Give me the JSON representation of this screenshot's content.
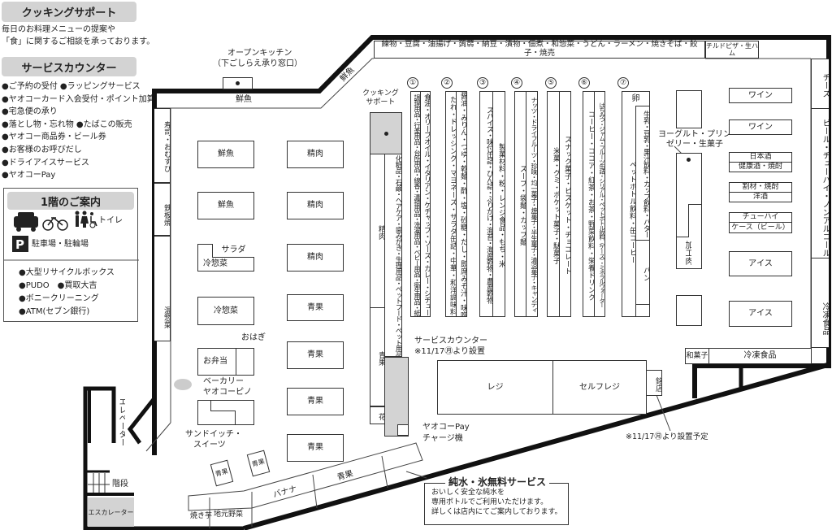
{
  "panel": {
    "cooking_title": "クッキングサポート",
    "cooking_desc": [
      "毎日のお料理メニューの提案や",
      "「食」に関するご相談を承っております。"
    ],
    "service_title": "サービスカウンター",
    "service_items": [
      "●ご予約の受付 ●ラッピングサービス",
      "●ヤオコーカード入会受付・ポイント加算",
      "●宅急便の承り",
      "●落とし物・忘れ物 ●たばこの販売",
      "●ヤオコー商品券・ビール券",
      "●お客様のお呼びだし",
      "●ドライアイスサービス",
      "●ヤオコーPay"
    ],
    "floor_title": "1階のご案内",
    "toilet_label": "トイレ",
    "parking_icon": "P",
    "parking_label": "駐車場・駐輪場",
    "floor_items": [
      "●大型リサイクルボックス",
      "●PUDO　●買取大吉",
      "●ボニークリーニング",
      "●ATM(セブン銀行)"
    ]
  },
  "map": {
    "top_strip": "練物・豆腐・油揚げ・蒟蒻・納豆・漬物・佃煮・和惣菜・うどん・ラーメン・焼きそば・餃子・焼売",
    "chilled_pizza": "チルドピザ・生ハム",
    "open_kitchen": [
      "オープンキッチン",
      "（下ごしらえ承り窓口）"
    ],
    "fish_diag": "鮮魚",
    "fish_top": "鮮魚",
    "left_strip": [
      "寿司・おむすび",
      "鉄板焼",
      "温惣菜"
    ],
    "col1": [
      "鮮魚",
      "鮮魚",
      "サラダ",
      "冷惣菜",
      "冷惣菜",
      "お弁当"
    ],
    "col2": [
      "精肉",
      "精肉",
      "精肉",
      "青果",
      "青果",
      "青果",
      "青果"
    ],
    "ohagi": "おはぎ",
    "bakery": [
      "ベーカリー",
      "ヤオコーピノ"
    ],
    "sandwich": [
      "サンドイッチ・",
      "スイーツ"
    ],
    "produce_small": [
      "青果",
      "青果"
    ],
    "elevator": "エレベーター",
    "stairs": "階段",
    "escalator": "エスカレーター",
    "bottom_strip": [
      "焼き芋",
      "地元野菜",
      "バナナ",
      "青果"
    ],
    "cooking_support": [
      "クッキング",
      "サポート"
    ],
    "meat_strip": "精肉",
    "produce_strip": "青果",
    "flower": "花",
    "cosmetics": "化粧品・石鹸・ヘアケア・歯みがき・生理用品・ペットフード・ペット用品",
    "aisles": [
      {
        "num": "①",
        "left": "調理用品・行楽用品・台所用品・線香・清掃用品・洗濯用品・ベビー用品・衛生用品・紙",
        "right": "食油・オリーブオイル・イタリアン・ケチャップ・ソース・カレー・シチュー"
      },
      {
        "num": "②",
        "left": "たれ・ドレッシング・マヨネーズ・サラダ缶詰・中華・和洋調味料",
        "right": "醤油・みりん・つゆ・乾麺・酢・塩・砂糖・だし・即席みそ汁・味噌"
      },
      {
        "num": "③",
        "left": "スパイス・味付缶詰・びん詰・ふりかけ・海苔・海産乾物・農産乾物",
        "right": "製菓材料・粉・レンジ食品・もち・米"
      },
      {
        "num": "④",
        "left": "スープ・袋麺・カップ麺",
        "right": "ナッツ・ドライフルーツ・珍味・均一菓子・焼菓子・半生菓子・清涼菓子・キャンディ"
      },
      {
        "num": "⑤",
        "left": "米菓・グミ・ポケット菓子・駄菓子",
        "right": "スナック菓子・ビスケット・チョコレート"
      },
      {
        "num": "⑥",
        "left": "コーヒー・ココア・紅茶・お茶・野菜飲料・栄養ドリンク",
        "right": "はちみつ・ジャム・フルーツ缶詰・シリアル・ペットボトル飲料（ケース）・ミネラルウォーター"
      }
    ],
    "aisle7": {
      "num": "⑦",
      "egg": "卵",
      "left": "ペットボトル飲料・缶コーヒー",
      "right": "牛乳・豆乳・果汁飲料・カップ飲料・バター",
      "bread": "パン"
    },
    "yogurt": [
      "ヨーグルト・プリン",
      "ゼリー・生菓子"
    ],
    "processed_meat": "加工肉",
    "liquor": [
      "ワイン",
      "ワイン",
      "日本酒",
      "健康酒・焼酎",
      "割材・焼酎",
      "洋酒",
      "チューハイ",
      "ケース（ビール）",
      "アイス",
      "アイス"
    ],
    "right_strip": [
      "チーズ",
      "ビール・チューハイ・ノンアルコール",
      "冷凍食品"
    ],
    "wagashi": "和菓子",
    "frozen_bottom": "冷凍食品",
    "service_counter": [
      "サービスカウンター",
      "※11/17㊊より設置"
    ],
    "pay": [
      "ヤオコーPay",
      "チャージ機"
    ],
    "register": "レジ",
    "self_register": "セルフレジ",
    "meiten": "銘店",
    "planned": "※11/17㊊より設置予定",
    "water_title": "純水・氷無料サービス",
    "water_desc": [
      "おいしく安全な純水を",
      "専用ボトルでご利用いただけます。",
      "詳しくは店内にてご案内しております。"
    ]
  }
}
